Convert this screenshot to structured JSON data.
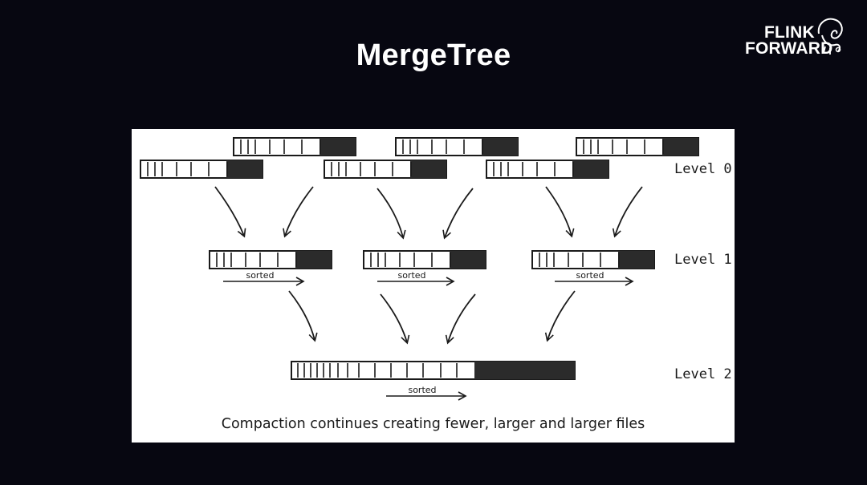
{
  "slide": {
    "title": "MergeTree",
    "logo_line1": "FLINK",
    "logo_line2": "FORWARD"
  },
  "diagram": {
    "levels": [
      {
        "label": "Level 0"
      },
      {
        "label": "Level 1"
      },
      {
        "label": "Level 2"
      }
    ],
    "sorted_label": "sorted",
    "caption": "Compaction continues creating fewer, larger and larger files"
  },
  "colors": {
    "background": "#070711",
    "panel": "#ffffff",
    "ink": "#1a1a1a",
    "title": "#ffffff"
  }
}
